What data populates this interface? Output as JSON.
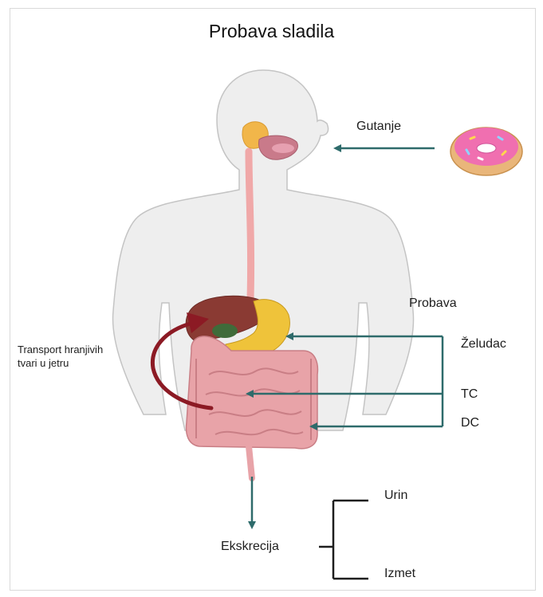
{
  "title": "Probava sladila",
  "labels": {
    "gutanje": "Gutanje",
    "probava": "Probava",
    "zeludac": "Želudac",
    "tc": "TC",
    "dc": "DC",
    "transport": "Transport hranjivih\ntvari u jetru",
    "ekskrecija": "Ekskrecija",
    "urin": "Urin",
    "izmet": "Izmet"
  },
  "colors": {
    "arrow_teal": "#2e6b6b",
    "arrow_red": "#8c1a24",
    "body_fill": "#eeeeee",
    "body_stroke": "#c4c4c4",
    "donut_icing": "#f06fb0",
    "donut_dough": "#e9b67a",
    "intestine": "#e8a3a8",
    "stomach": "#efc33a",
    "liver": "#8a3a33",
    "esophagus": "#f0a8a8",
    "salivary": "#f1b64a"
  },
  "icons": [
    "donut-icon",
    "human-body-icon"
  ]
}
